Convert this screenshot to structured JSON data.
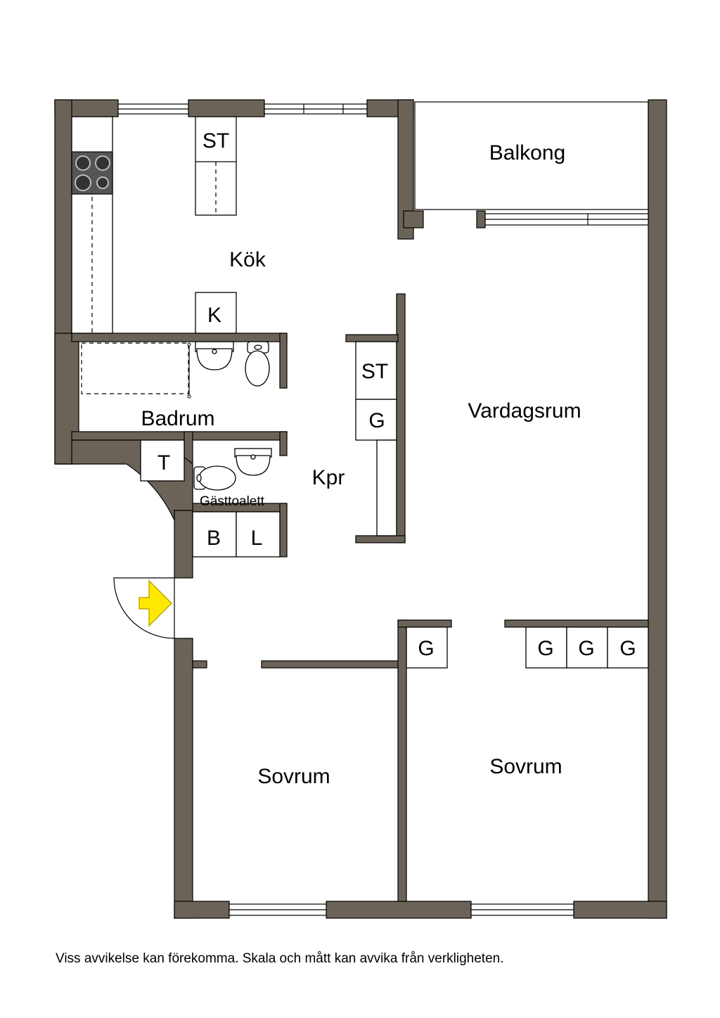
{
  "rooms": {
    "kok": "Kök",
    "balkong": "Balkong",
    "badrum": "Badrum",
    "kpr": "Kpr",
    "vardagsrum": "Vardagsrum",
    "gasttoalett": "Gästtoalett",
    "sovrum_left": "Sovrum",
    "sovrum_right": "Sovrum"
  },
  "cabinets": {
    "kitchen_st": "ST",
    "kitchen_k": "K",
    "hall_st": "ST",
    "hall_g": "G",
    "t": "T",
    "b": "B",
    "l": "L",
    "bedroom_left_g": "G",
    "bedroom_right_g1": "G",
    "bedroom_right_g2": "G",
    "bedroom_right_g3": "G"
  },
  "icons": {
    "entrance": "entrance-arrow-icon",
    "stove": "stove-icon"
  },
  "colors": {
    "wall": "#6b6358",
    "entrance_arrow": "#ffe800"
  },
  "disclaimer": "Viss avvikelse kan förekomma. Skala och mått kan avvika från verkligheten."
}
